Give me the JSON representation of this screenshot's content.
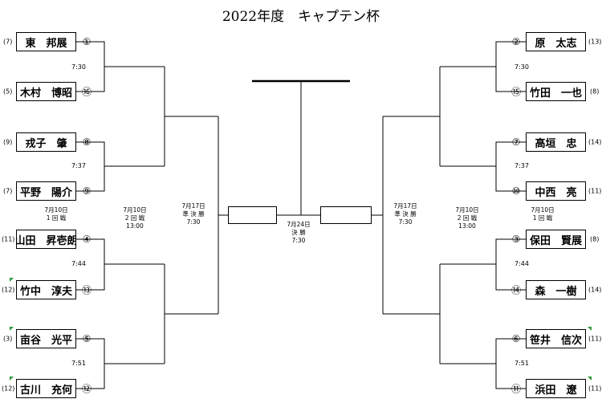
{
  "title": "2022年度　キャプテン杯",
  "players": [
    {
      "name": "東　邦展",
      "seed": "①",
      "hc": "(7)"
    },
    {
      "name": "木村　博昭",
      "seed": "⑯",
      "hc": "(5)"
    },
    {
      "name": "戎子　肇",
      "seed": "⑧",
      "hc": "(9)"
    },
    {
      "name": "平野　陽介",
      "seed": "⑨",
      "hc": "(7)"
    },
    {
      "name": "山田　昇壱朗",
      "seed": "④",
      "hc": "(11)"
    },
    {
      "name": "竹中　淳夫",
      "seed": "⑬",
      "hc": "(12)"
    },
    {
      "name": "亩谷　光平",
      "seed": "⑤",
      "hc": "(3)"
    },
    {
      "name": "古川　充何",
      "seed": "⑫",
      "hc": "(12)"
    },
    {
      "name": "原　太志",
      "seed": "②",
      "hc": "(13)"
    },
    {
      "name": "竹田　一也",
      "seed": "⑮",
      "hc": "(8)"
    },
    {
      "name": "高垣　忠",
      "seed": "⑦",
      "hc": "(14)"
    },
    {
      "name": "中西　亮",
      "seed": "⑩",
      "hc": "(11)"
    },
    {
      "name": "保田　賢展",
      "seed": "③",
      "hc": "(8)"
    },
    {
      "name": "森　一樹",
      "seed": "⑭",
      "hc": "(14)"
    },
    {
      "name": "笹井　信次",
      "seed": "⑥",
      "hc": "(11)"
    },
    {
      "name": "浜田　遼",
      "seed": "⑪",
      "hc": "(11)"
    }
  ],
  "match_times": [
    "7:30",
    "7:37",
    "7:44",
    "7:51",
    "7:30",
    "7:37",
    "7:44",
    "7:51"
  ],
  "rounds": {
    "r1_left": {
      "date": "7月10日",
      "name": "1 回 戦"
    },
    "r2_left": {
      "date": "7月10日",
      "name": "2 回 戦",
      "time": "13:00"
    },
    "sf_left": {
      "date": "7月17日",
      "name": "準 決 勝",
      "time": "7:30"
    },
    "final": {
      "date": "7月24日",
      "name": "決 勝",
      "time": "7:30"
    },
    "sf_right": {
      "date": "7月17日",
      "name": "準 決 勝",
      "time": "7:30"
    },
    "r2_right": {
      "date": "7月10日",
      "name": "2 回 戦",
      "time": "13:00"
    },
    "r1_right": {
      "date": "7月10日",
      "name": "1 回 戦"
    }
  },
  "colors": {
    "line": "#000000",
    "corner_mark": "#2e9a3c"
  }
}
